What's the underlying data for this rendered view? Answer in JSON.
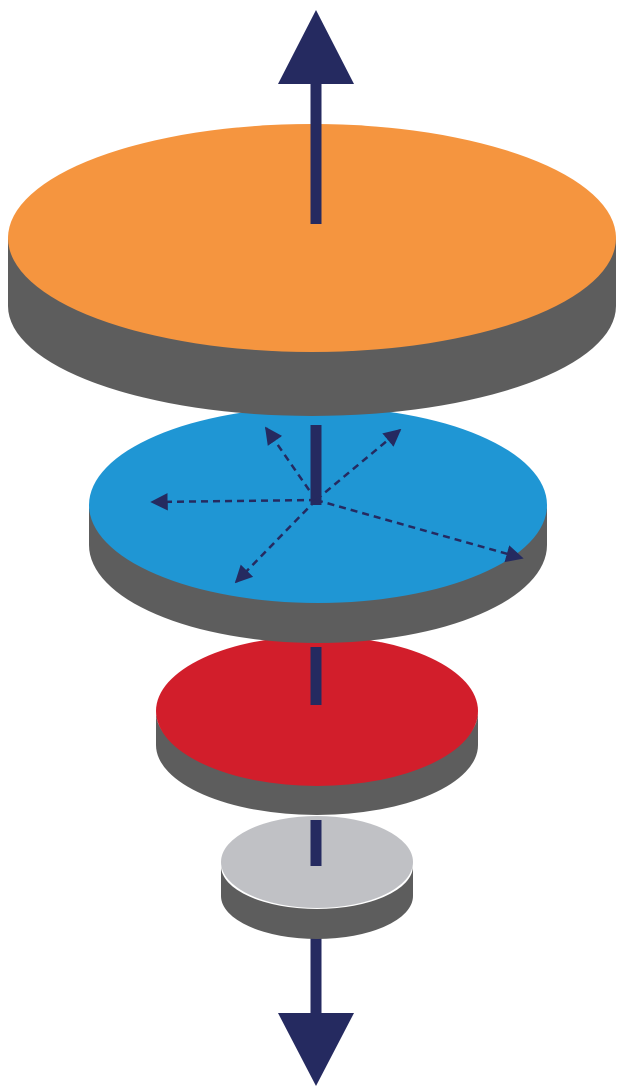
{
  "colors": {
    "background": "#ffffff",
    "axis": "#252a60",
    "disc_side": "#5d5d5d",
    "disc_edge": "#4e4e4e"
  },
  "diagram": {
    "axis": {
      "top_arrow": "arrow-up",
      "bottom_arrow": "arrow-down"
    },
    "layers": [
      {
        "name": "orange-layer",
        "color": "#f5953f"
      },
      {
        "name": "blue-layer",
        "color": "#1f96d4",
        "radial_arrows": true
      },
      {
        "name": "red-layer",
        "color": "#d21e2b"
      },
      {
        "name": "gray-layer",
        "color": "#c0c1c5"
      }
    ]
  }
}
